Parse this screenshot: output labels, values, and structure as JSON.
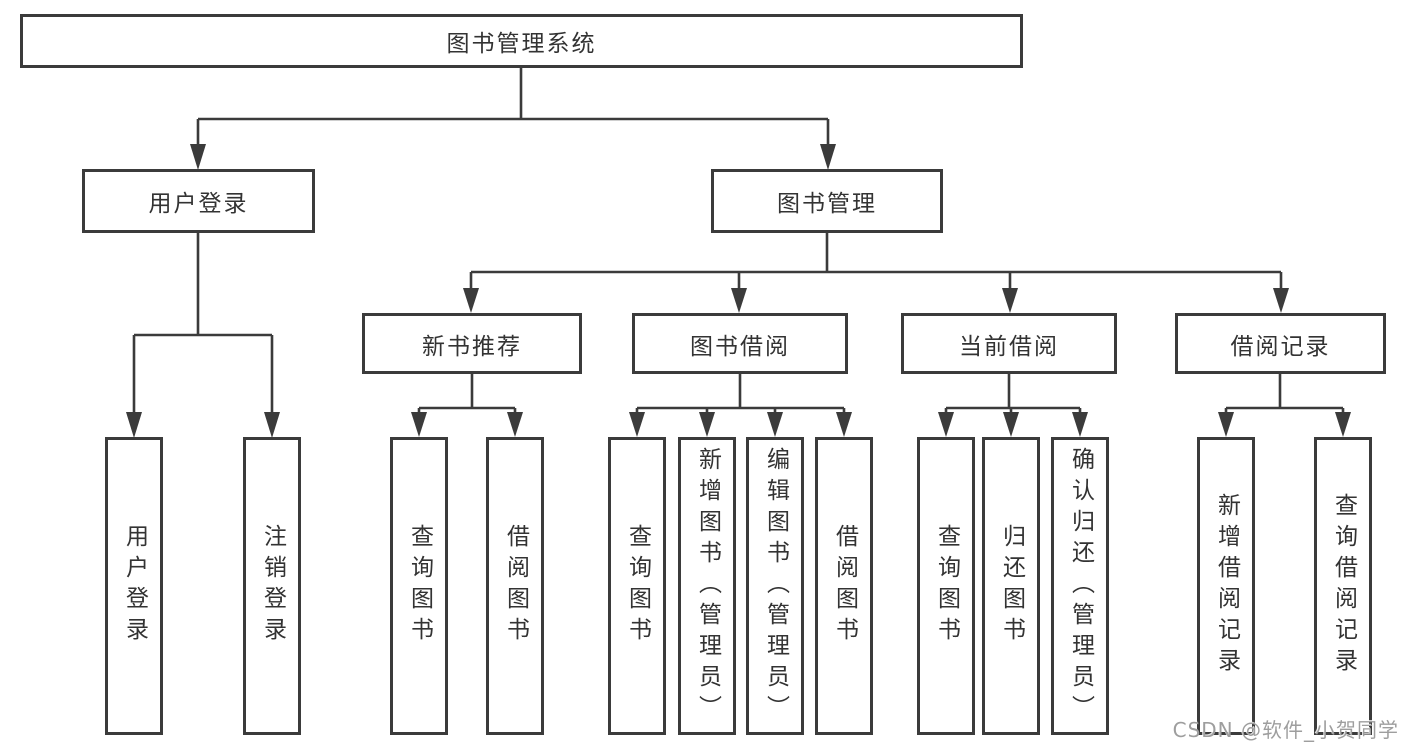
{
  "tree": {
    "label": "图书管理系统",
    "children": [
      {
        "label": "用户登录",
        "children": [
          {
            "label": "用户登录"
          },
          {
            "label": "注销登录"
          }
        ]
      },
      {
        "label": "图书管理",
        "children": [
          {
            "label": "新书推荐",
            "children": [
              {
                "label": "查询图书"
              },
              {
                "label": "借阅图书"
              }
            ]
          },
          {
            "label": "图书借阅",
            "children": [
              {
                "label": "查询图书"
              },
              {
                "label": "新增图书（管理员）"
              },
              {
                "label": "编辑图书（管理员）"
              },
              {
                "label": "借阅图书"
              }
            ]
          },
          {
            "label": "当前借阅",
            "children": [
              {
                "label": "查询图书"
              },
              {
                "label": "归还图书"
              },
              {
                "label": "确认归还（管理员）"
              }
            ]
          },
          {
            "label": "借阅记录",
            "children": [
              {
                "label": "新增借阅记录"
              },
              {
                "label": "查询借阅记录"
              }
            ]
          }
        ]
      }
    ]
  },
  "watermark": {
    "text": "CSDN @软件_小贺同学"
  },
  "colors": {
    "line": "#3b3b3b",
    "text": "#333333",
    "background": "#ffffff",
    "watermark": "#9e9e9e"
  }
}
